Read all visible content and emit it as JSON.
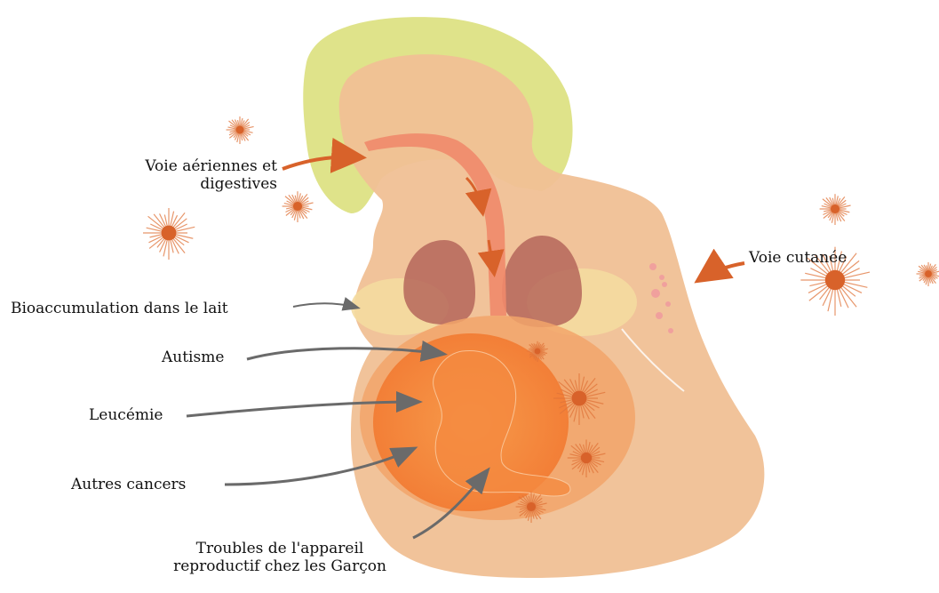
{
  "labels": {
    "voie_aeriennes": [
      "Voie aériennes et",
      "digestives"
    ],
    "voie_cutanee": "Voie cutanée",
    "bioaccumulation": "Bioaccumulation dans le lait",
    "autisme": "Autisme",
    "leucemie": "Leucémie",
    "autres_cancers": "Autres cancers",
    "troubles": [
      "Troubles de l'appareil",
      "reproductif chez les Garçon"
    ]
  },
  "colors": {
    "body_skin": "#f0c095",
    "hair": "#dfe38a",
    "airway": "#f08a6a",
    "lungs": "#b5665a",
    "breast": "#f4dca0",
    "womb_outer": "#f2a46a",
    "womb_inner": "#f28a3a",
    "arrow_orange": "#d8622a",
    "arrow_gray": "#707070",
    "particle": "#e0743a"
  }
}
